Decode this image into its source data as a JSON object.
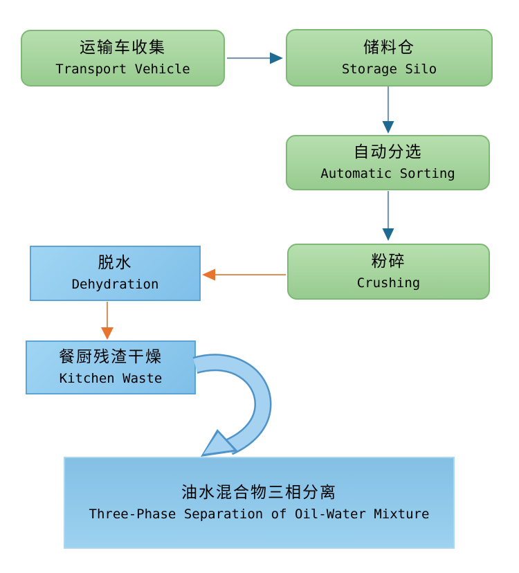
{
  "flowchart": {
    "nodes": [
      {
        "id": "transport-vehicle",
        "label_cn": "运输车收集",
        "label_en": "Transport Vehicle",
        "color_style": "green"
      },
      {
        "id": "storage-silo",
        "label_cn": "储料仓",
        "label_en": "Storage Silo",
        "color_style": "green"
      },
      {
        "id": "automatic-sorting",
        "label_cn": "自动分选",
        "label_en": "Automatic Sorting",
        "color_style": "green"
      },
      {
        "id": "crushing",
        "label_cn": "粉碎",
        "label_en": "Crushing",
        "color_style": "green"
      },
      {
        "id": "dehydration",
        "label_cn": "脱水",
        "label_en": "Dehydration",
        "color_style": "blue"
      },
      {
        "id": "kitchen-waste",
        "label_cn": "餐厨残渣干燥",
        "label_en": "Kitchen Waste",
        "color_style": "blue"
      },
      {
        "id": "three-phase-separation",
        "label_cn": "油水混合物三相分离",
        "label_en": "Three-Phase Separation of Oil-Water Mixture",
        "color_style": "blue"
      }
    ],
    "edges": [
      {
        "from": "transport-vehicle",
        "to": "storage-silo",
        "style": "thin-line-solid-head",
        "color": "blue"
      },
      {
        "from": "storage-silo",
        "to": "automatic-sorting",
        "style": "thin-line-solid-head",
        "color": "blue"
      },
      {
        "from": "automatic-sorting",
        "to": "crushing",
        "style": "thin-line-solid-head",
        "color": "blue"
      },
      {
        "from": "crushing",
        "to": "dehydration",
        "style": "thin-line-solid-head",
        "color": "orange"
      },
      {
        "from": "dehydration",
        "to": "kitchen-waste",
        "style": "thin-line-solid-head",
        "color": "orange"
      },
      {
        "from": "kitchen-waste",
        "to": "three-phase-separation",
        "style": "thick-curved-block",
        "color": "light-blue"
      }
    ],
    "colors": {
      "background": "#ffffff",
      "text": "#000000",
      "green_fill": "#a6d49e",
      "green_border": "#7db975",
      "blue_fill": "#8ac6ec",
      "blue_border": "#5ca3d6",
      "blue_large_fill": "#8fc8ea",
      "blue_large_border": "#aed6ef",
      "blue_arrow_line": "#7d97aa",
      "blue_arrow_head": "#1f6a92",
      "orange_arrow_line": "#c79a66",
      "orange_arrow_head": "#e8732d",
      "curved_arrow_fill": "#a6d2f2",
      "curved_arrow_outline": "#4e94c8"
    }
  }
}
